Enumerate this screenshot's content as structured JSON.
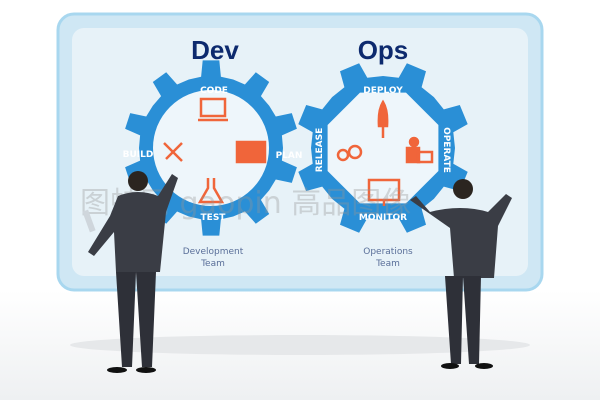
{
  "board": {
    "dev_title": "Dev",
    "ops_title": "Ops",
    "dev_gear": {
      "labels": {
        "top": "CODE",
        "left": "BUILD",
        "right": "PLAN",
        "bottom": "TEST"
      },
      "team_line1": "Development",
      "team_line2": "Team"
    },
    "ops_gear": {
      "labels": {
        "top": "DEPLOY",
        "left": "RELEASE",
        "right": "OPERATE",
        "bottom": "MONITOR"
      },
      "team_line1": "Operations",
      "team_line2": "Team"
    }
  },
  "watermark": "图蛙网 gaopin 高品图像",
  "colors": {
    "gear": "#2a8fd6",
    "title": "#0d2a6e",
    "icon": "#f0653a",
    "board_border": "#9fd3ee",
    "board_fill": "#e4f1f8",
    "suit": "#3a3d45"
  }
}
